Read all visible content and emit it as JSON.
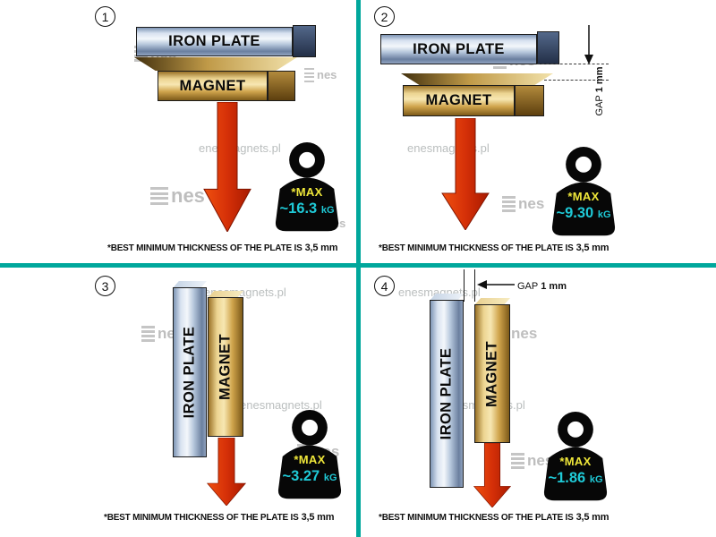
{
  "colors": {
    "divider": "#00a79c",
    "arrow": "#d2340a",
    "max_text": "#efe73a",
    "value_text": "#1fc9d6",
    "weight_body": "#070707",
    "iron_plate": "#b6c7dc",
    "magnet": "#d0a44c"
  },
  "watermark": {
    "site": "enesmagnets.pl",
    "logo": "nes"
  },
  "labels": {
    "iron_plate": "IRON PLATE",
    "magnet": "MAGNET",
    "gap": "GAP",
    "gap_value": "1 mm",
    "max": "*MAX",
    "unit": "kG"
  },
  "footnote": {
    "text": "*BEST MINIMUM THICKNESS OF THE PLATE IS",
    "bold": "3,5 mm"
  },
  "panels": [
    {
      "number": "1",
      "orientation": "horizontal",
      "has_gap": false,
      "max_value": "~16.3"
    },
    {
      "number": "2",
      "orientation": "horizontal",
      "has_gap": true,
      "max_value": "~9.30"
    },
    {
      "number": "3",
      "orientation": "vertical",
      "has_gap": false,
      "max_value": "~3.27"
    },
    {
      "number": "4",
      "orientation": "vertical",
      "has_gap": true,
      "max_value": "~1.86"
    }
  ]
}
